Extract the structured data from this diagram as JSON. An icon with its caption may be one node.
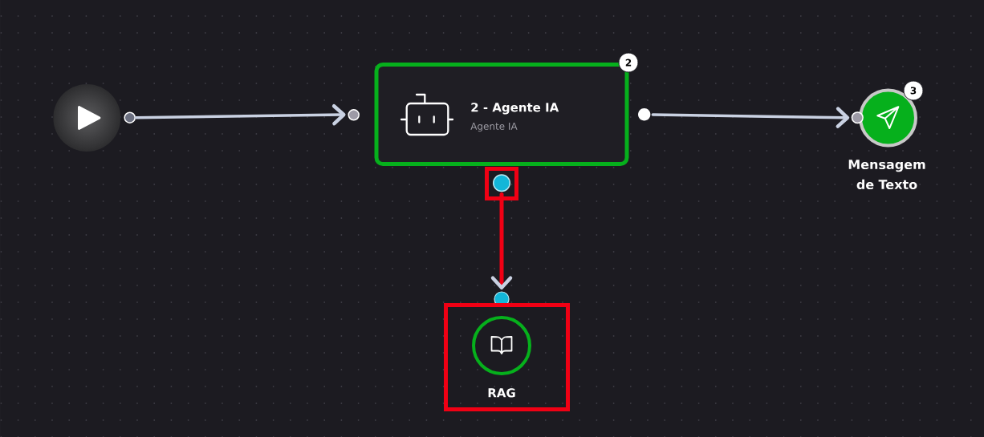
{
  "diagram": {
    "nodes": [
      {
        "text": [],
        "shape": "circle"
      },
      {
        "text": [
          "2 - Agente IA",
          "Agente IA"
        ],
        "beside": [
          "2"
        ]
      },
      {
        "text": [
          "Mensagem de Texto"
        ],
        "beside": [
          "3"
        ]
      },
      {
        "text": [
          "RAG"
        ]
      }
    ],
    "edges": [
      {
        "from": 0,
        "to": 1,
        "arrow": "to"
      },
      {
        "from": 1,
        "to": 2,
        "arrow": "to"
      },
      {
        "from": 1,
        "to": 3,
        "arrow": "to",
        "color": "#f00014"
      }
    ]
  }
}
